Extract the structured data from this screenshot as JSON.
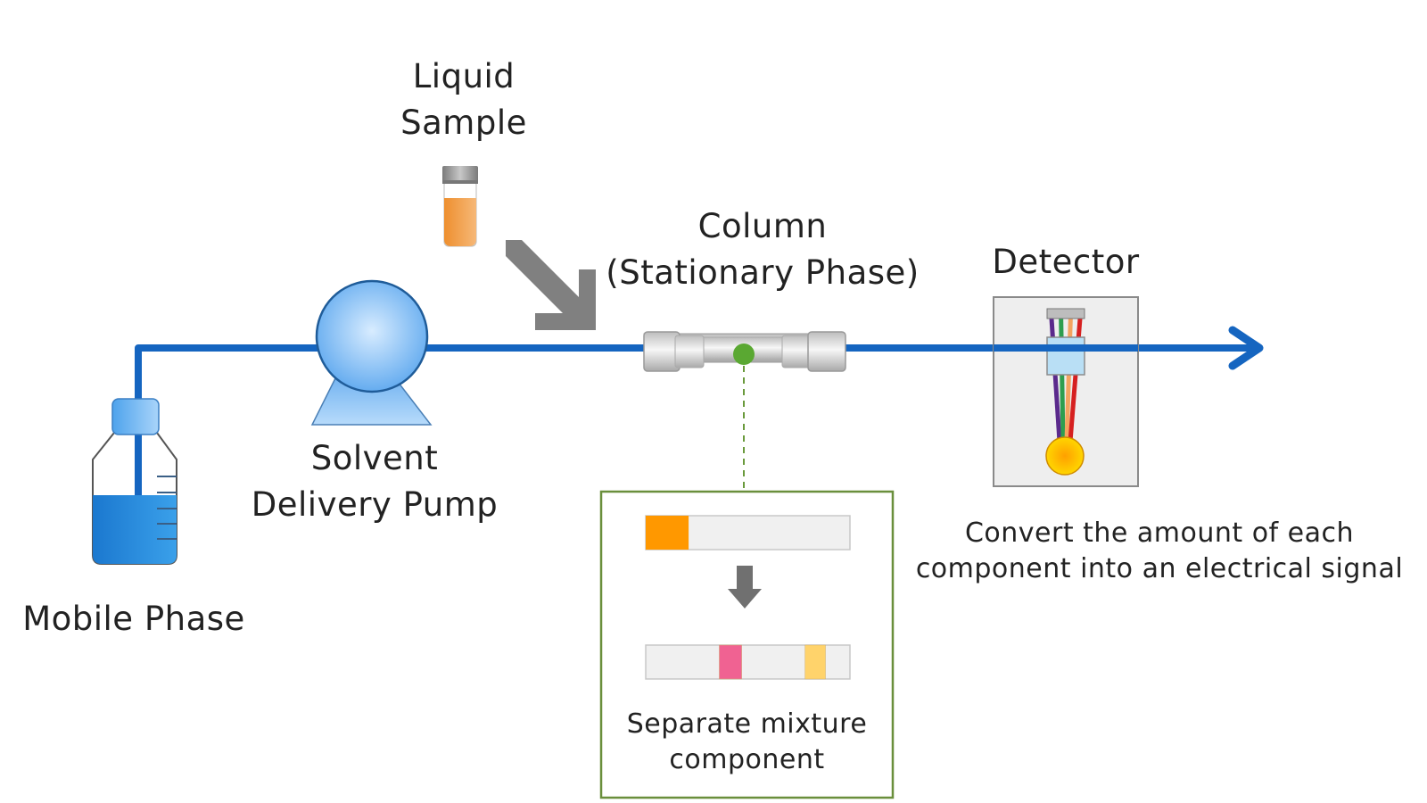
{
  "title": "HPLC System Flow Diagram",
  "labels": {
    "liquid_sample": [
      "Liquid",
      "Sample"
    ],
    "column": [
      "Column",
      "(Stationary Phase)"
    ],
    "detector": [
      "Detector"
    ],
    "pump": [
      "Solvent",
      "Delivery Pump"
    ],
    "mobile_phase": [
      "Mobile Phase"
    ],
    "separation": [
      "Separate mixture",
      "component"
    ],
    "detector_note": [
      "Convert the amount of each",
      "component into an electrical signal"
    ]
  },
  "colors": {
    "flow_line": "#1565c0",
    "bottle_liquid": "#1a7fd4",
    "pump": "#7fbff5",
    "sample_liquid": "#ef9a3c",
    "gray_arrow": "#808080",
    "column_dot": "#5aa832",
    "separation_box_border": "#6a8f3c",
    "band_before": "#ff9800",
    "band_a": "#f06292",
    "band_b": "#ffd36b",
    "detector_lamp": "#ffc107"
  },
  "separation": {
    "before_band_fraction": [
      0.0,
      0.21
    ],
    "after_bands": [
      {
        "name": "component-a",
        "fraction": [
          0.36,
          0.47
        ]
      },
      {
        "name": "component-b",
        "fraction": [
          0.78,
          0.88
        ]
      }
    ]
  },
  "detector_beam_colors": [
    "#5b2a8c",
    "#2e9e4f",
    "#f4a460",
    "#d62020"
  ]
}
